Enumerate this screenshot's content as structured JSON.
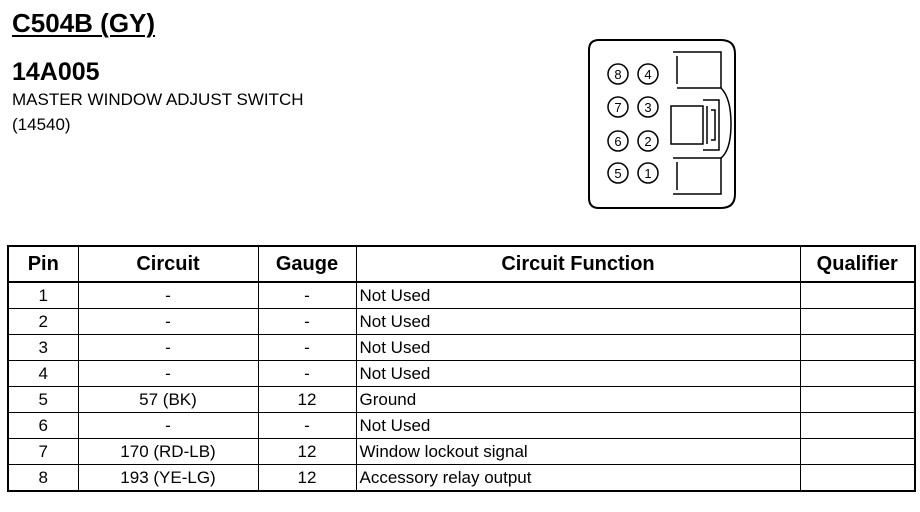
{
  "header": {
    "connector_id": "C504B (GY)",
    "part_number": "14A005",
    "component_name": "MASTER WINDOW ADJUST SWITCH",
    "component_ref": "(14540)"
  },
  "connector": {
    "pin_labels": [
      "8",
      "4",
      "7",
      "3",
      "6",
      "2",
      "5",
      "1"
    ]
  },
  "table": {
    "columns": [
      "Pin",
      "Circuit",
      "Gauge",
      "Circuit Function",
      "Qualifier"
    ],
    "rows": [
      {
        "pin": "1",
        "circuit": "-",
        "gauge": "-",
        "function": "Not Used",
        "qualifier": ""
      },
      {
        "pin": "2",
        "circuit": "-",
        "gauge": "-",
        "function": "Not Used",
        "qualifier": ""
      },
      {
        "pin": "3",
        "circuit": "-",
        "gauge": "-",
        "function": "Not Used",
        "qualifier": ""
      },
      {
        "pin": "4",
        "circuit": "-",
        "gauge": "-",
        "function": "Not Used",
        "qualifier": ""
      },
      {
        "pin": "5",
        "circuit": "57 (BK)",
        "gauge": "12",
        "function": "Ground",
        "qualifier": ""
      },
      {
        "pin": "6",
        "circuit": "-",
        "gauge": "-",
        "function": "Not Used",
        "qualifier": ""
      },
      {
        "pin": "7",
        "circuit": "170 (RD-LB)",
        "gauge": "12",
        "function": "Window lockout signal",
        "qualifier": ""
      },
      {
        "pin": "8",
        "circuit": "193 (YE-LG)",
        "gauge": "12",
        "function": "Accessory relay output",
        "qualifier": ""
      }
    ]
  }
}
